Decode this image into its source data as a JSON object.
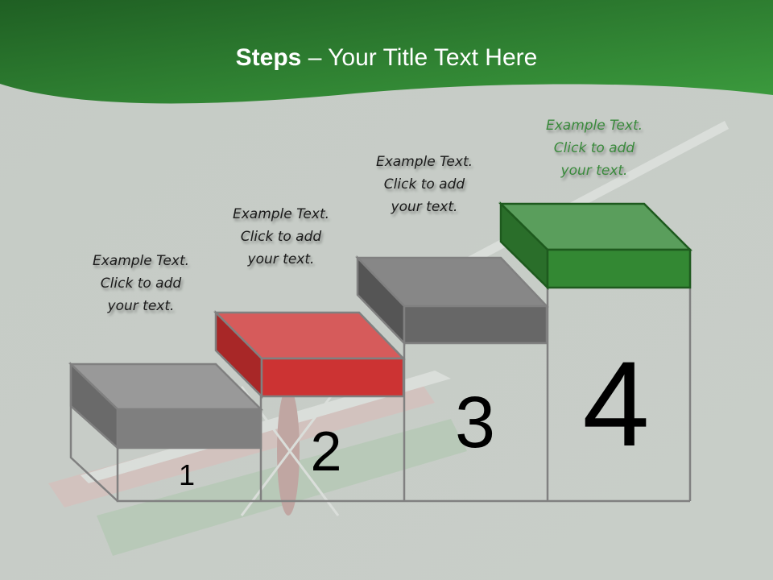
{
  "slide": {
    "title_bold": "Steps",
    "title_rest": " – Your Title Text Here",
    "colors": {
      "header_green_dark": "#226a26",
      "header_green_light": "#3a9a3c",
      "background": "#c9cec9",
      "box_gray_top": "#999999",
      "box_gray_front": "#7f7f7f",
      "box_gray_side": "#6a6a6a",
      "box_red_top": "#d65b5b",
      "box_red_front": "#cc3333",
      "box_red_side": "#a82727",
      "box_green_top": "#5a9e5c",
      "box_green_front": "#338833",
      "box_green_side": "#2a6e2a",
      "outline": "#808080"
    },
    "steps": [
      {
        "number": "1",
        "caption_line1": "Example Text.",
        "caption_line2": "Click  to add",
        "caption_line3": "your text.",
        "color": "gray"
      },
      {
        "number": "2",
        "caption_line1": "Example Text.",
        "caption_line2": "Click  to add",
        "caption_line3": "your text.",
        "color": "red"
      },
      {
        "number": "3",
        "caption_line1": "Example Text.",
        "caption_line2": "Click  to add",
        "caption_line3": "your text.",
        "color": "gray"
      },
      {
        "number": "4",
        "caption_line1": "Example Text.",
        "caption_line2": "Click  to add",
        "caption_line3": "your text.",
        "color": "green"
      }
    ]
  }
}
